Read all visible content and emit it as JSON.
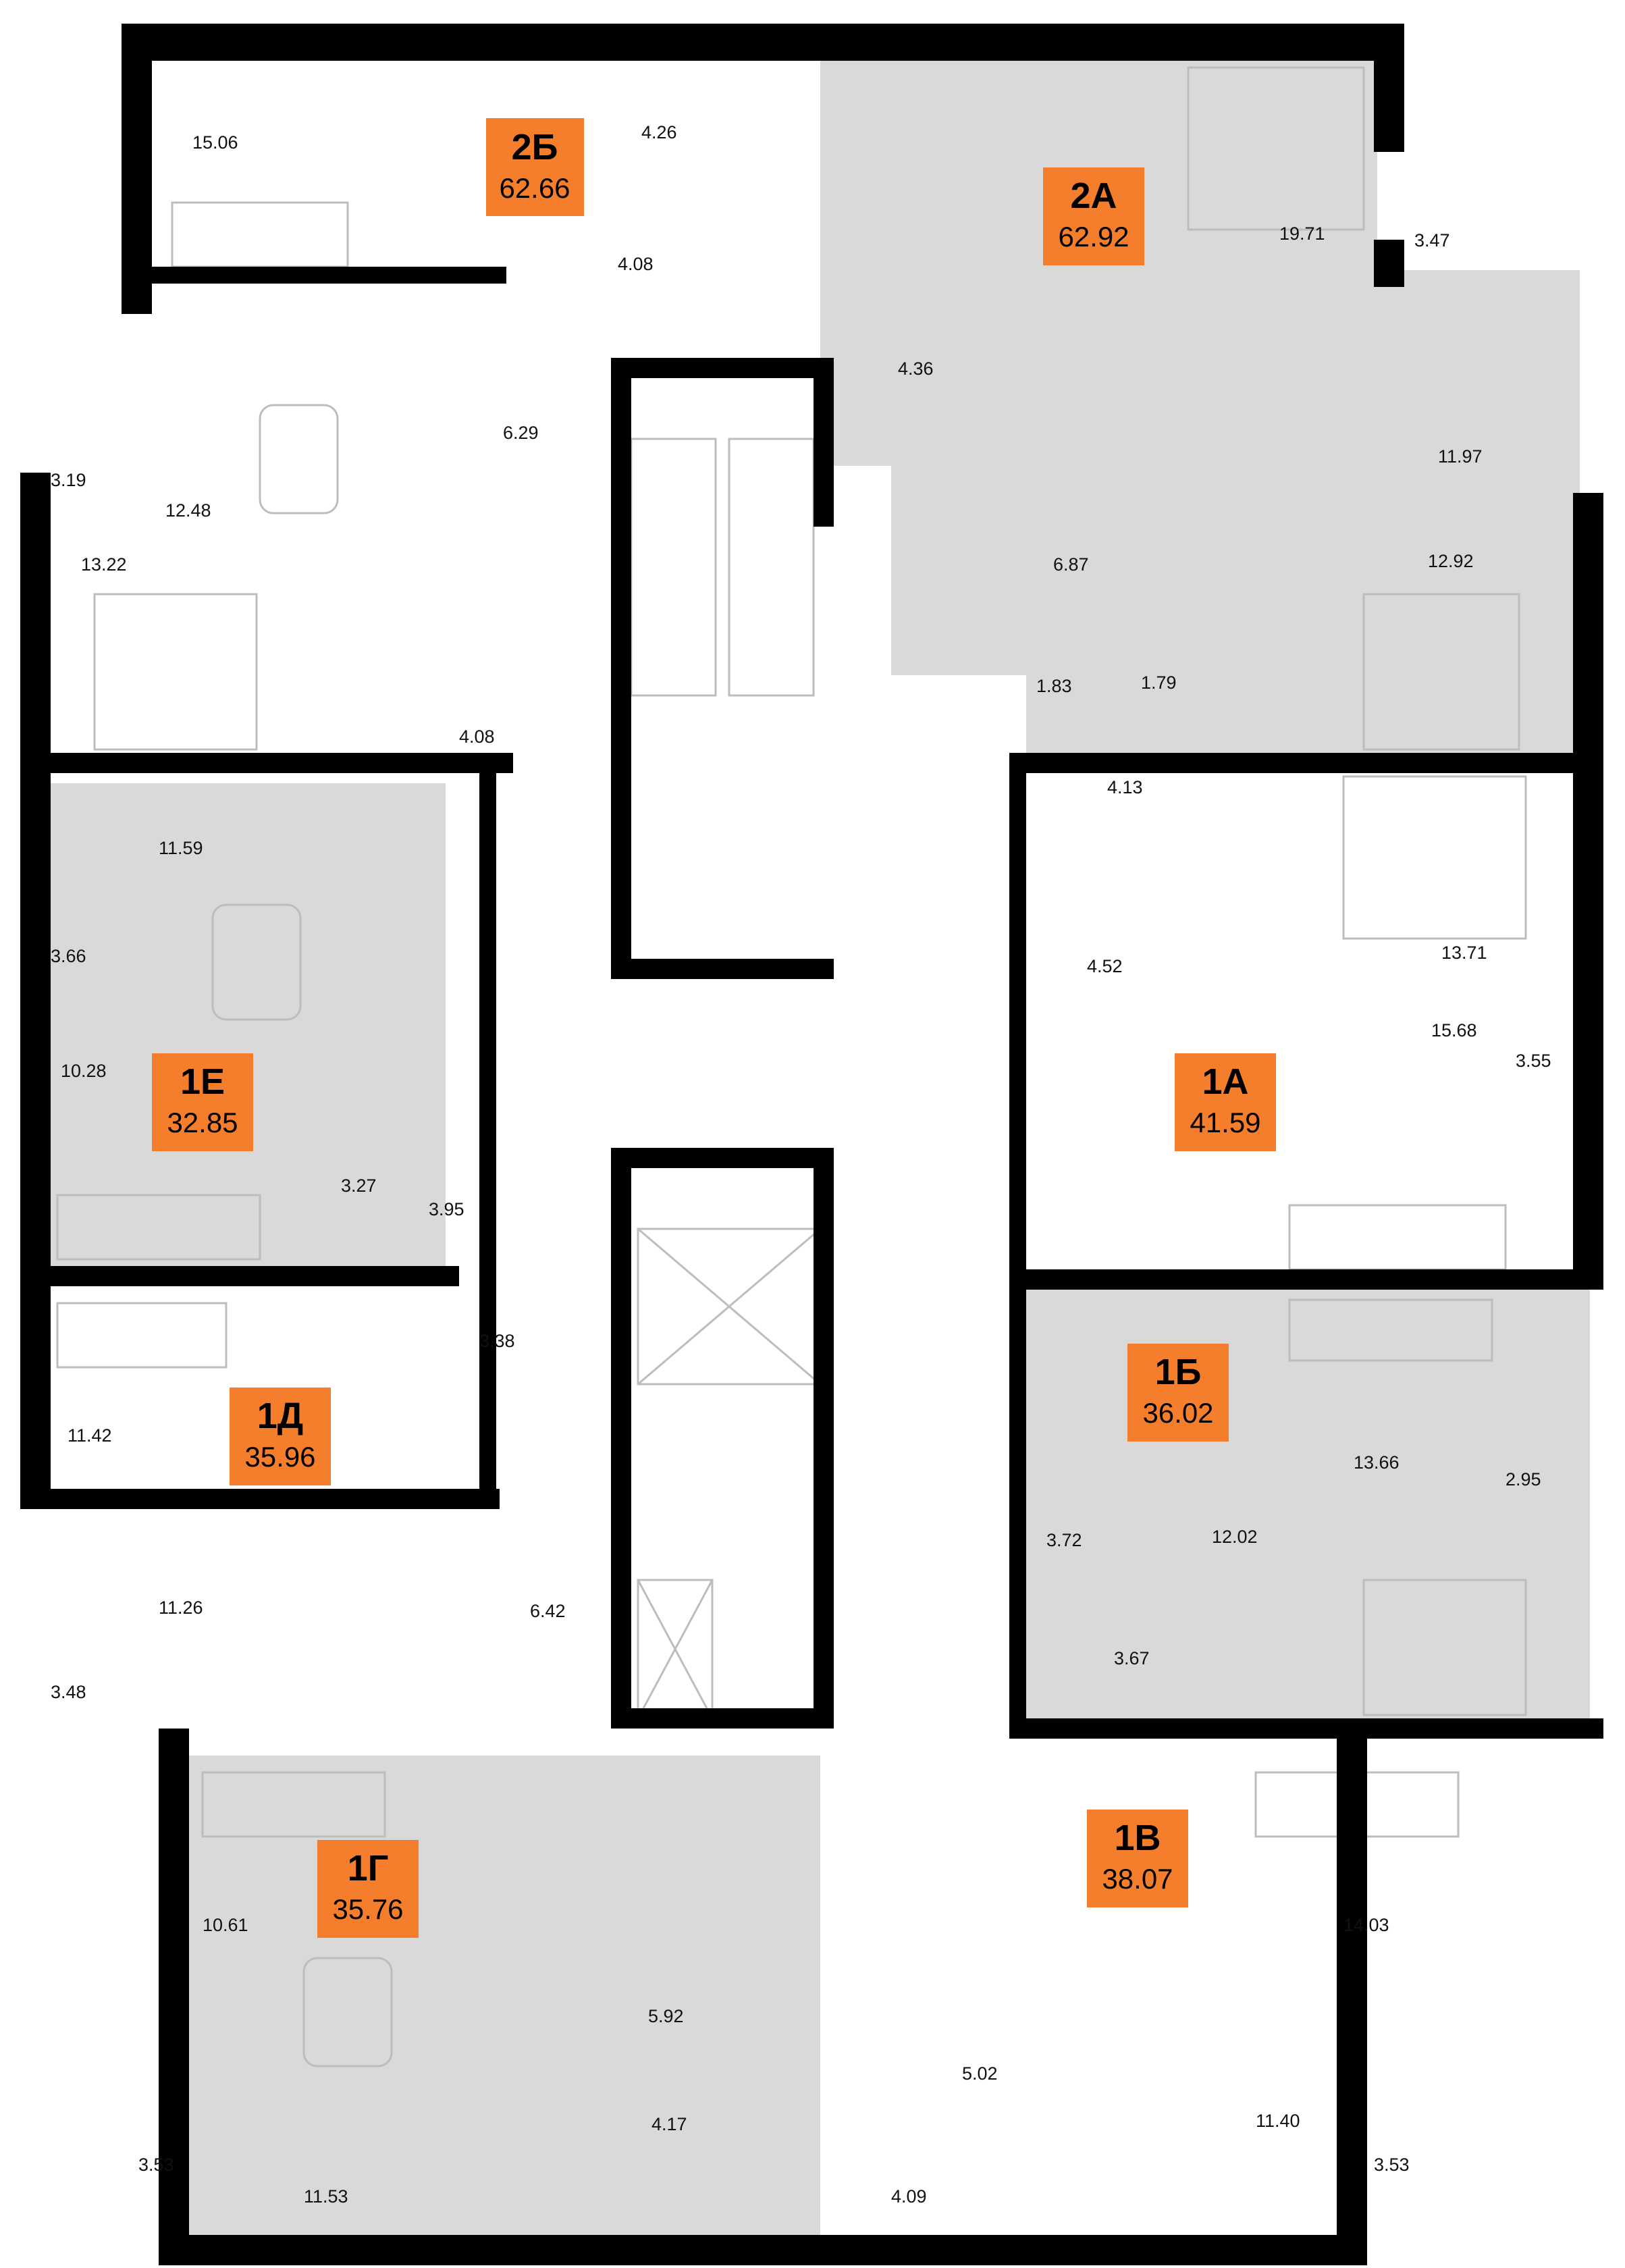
{
  "colors": {
    "wall": "#000000",
    "apartment_fill": "#d9d9d9",
    "badge": "#f57e2c",
    "furniture_line": "#bdbdbd",
    "background": "#ffffff"
  },
  "apartments": [
    {
      "code": "2Б",
      "area": "62.66",
      "shaded": false
    },
    {
      "code": "2А",
      "area": "62.92",
      "shaded": true
    },
    {
      "code": "1Е",
      "area": "32.85",
      "shaded": true
    },
    {
      "code": "1А",
      "area": "41.59",
      "shaded": false
    },
    {
      "code": "1Б",
      "area": "36.02",
      "shaded": true
    },
    {
      "code": "1Д",
      "area": "35.96",
      "shaded": false
    },
    {
      "code": "1Г",
      "area": "35.76",
      "shaded": true
    },
    {
      "code": "1В",
      "area": "38.07",
      "shaded": false
    }
  ],
  "rooms": [
    "15.06",
    "4.26",
    "4.08",
    "19.71",
    "3.47",
    "3.19",
    "12.48",
    "6.29",
    "4.36",
    "11.97",
    "13.22",
    "6.87",
    "12.92",
    "4.08",
    "1.83",
    "1.79",
    "11.59",
    "4.13",
    "3.66",
    "13.71",
    "4.52",
    "10.28",
    "15.68",
    "3.55",
    "3.27",
    "3.95",
    "3.38",
    "11.42",
    "13.66",
    "2.95",
    "3.72",
    "12.02",
    "11.26",
    "6.42",
    "3.67",
    "3.48",
    "10.61",
    "14.03",
    "5.92",
    "5.02",
    "4.17",
    "11.40",
    "3.53",
    "11.53",
    "4.09",
    "3.53"
  ]
}
